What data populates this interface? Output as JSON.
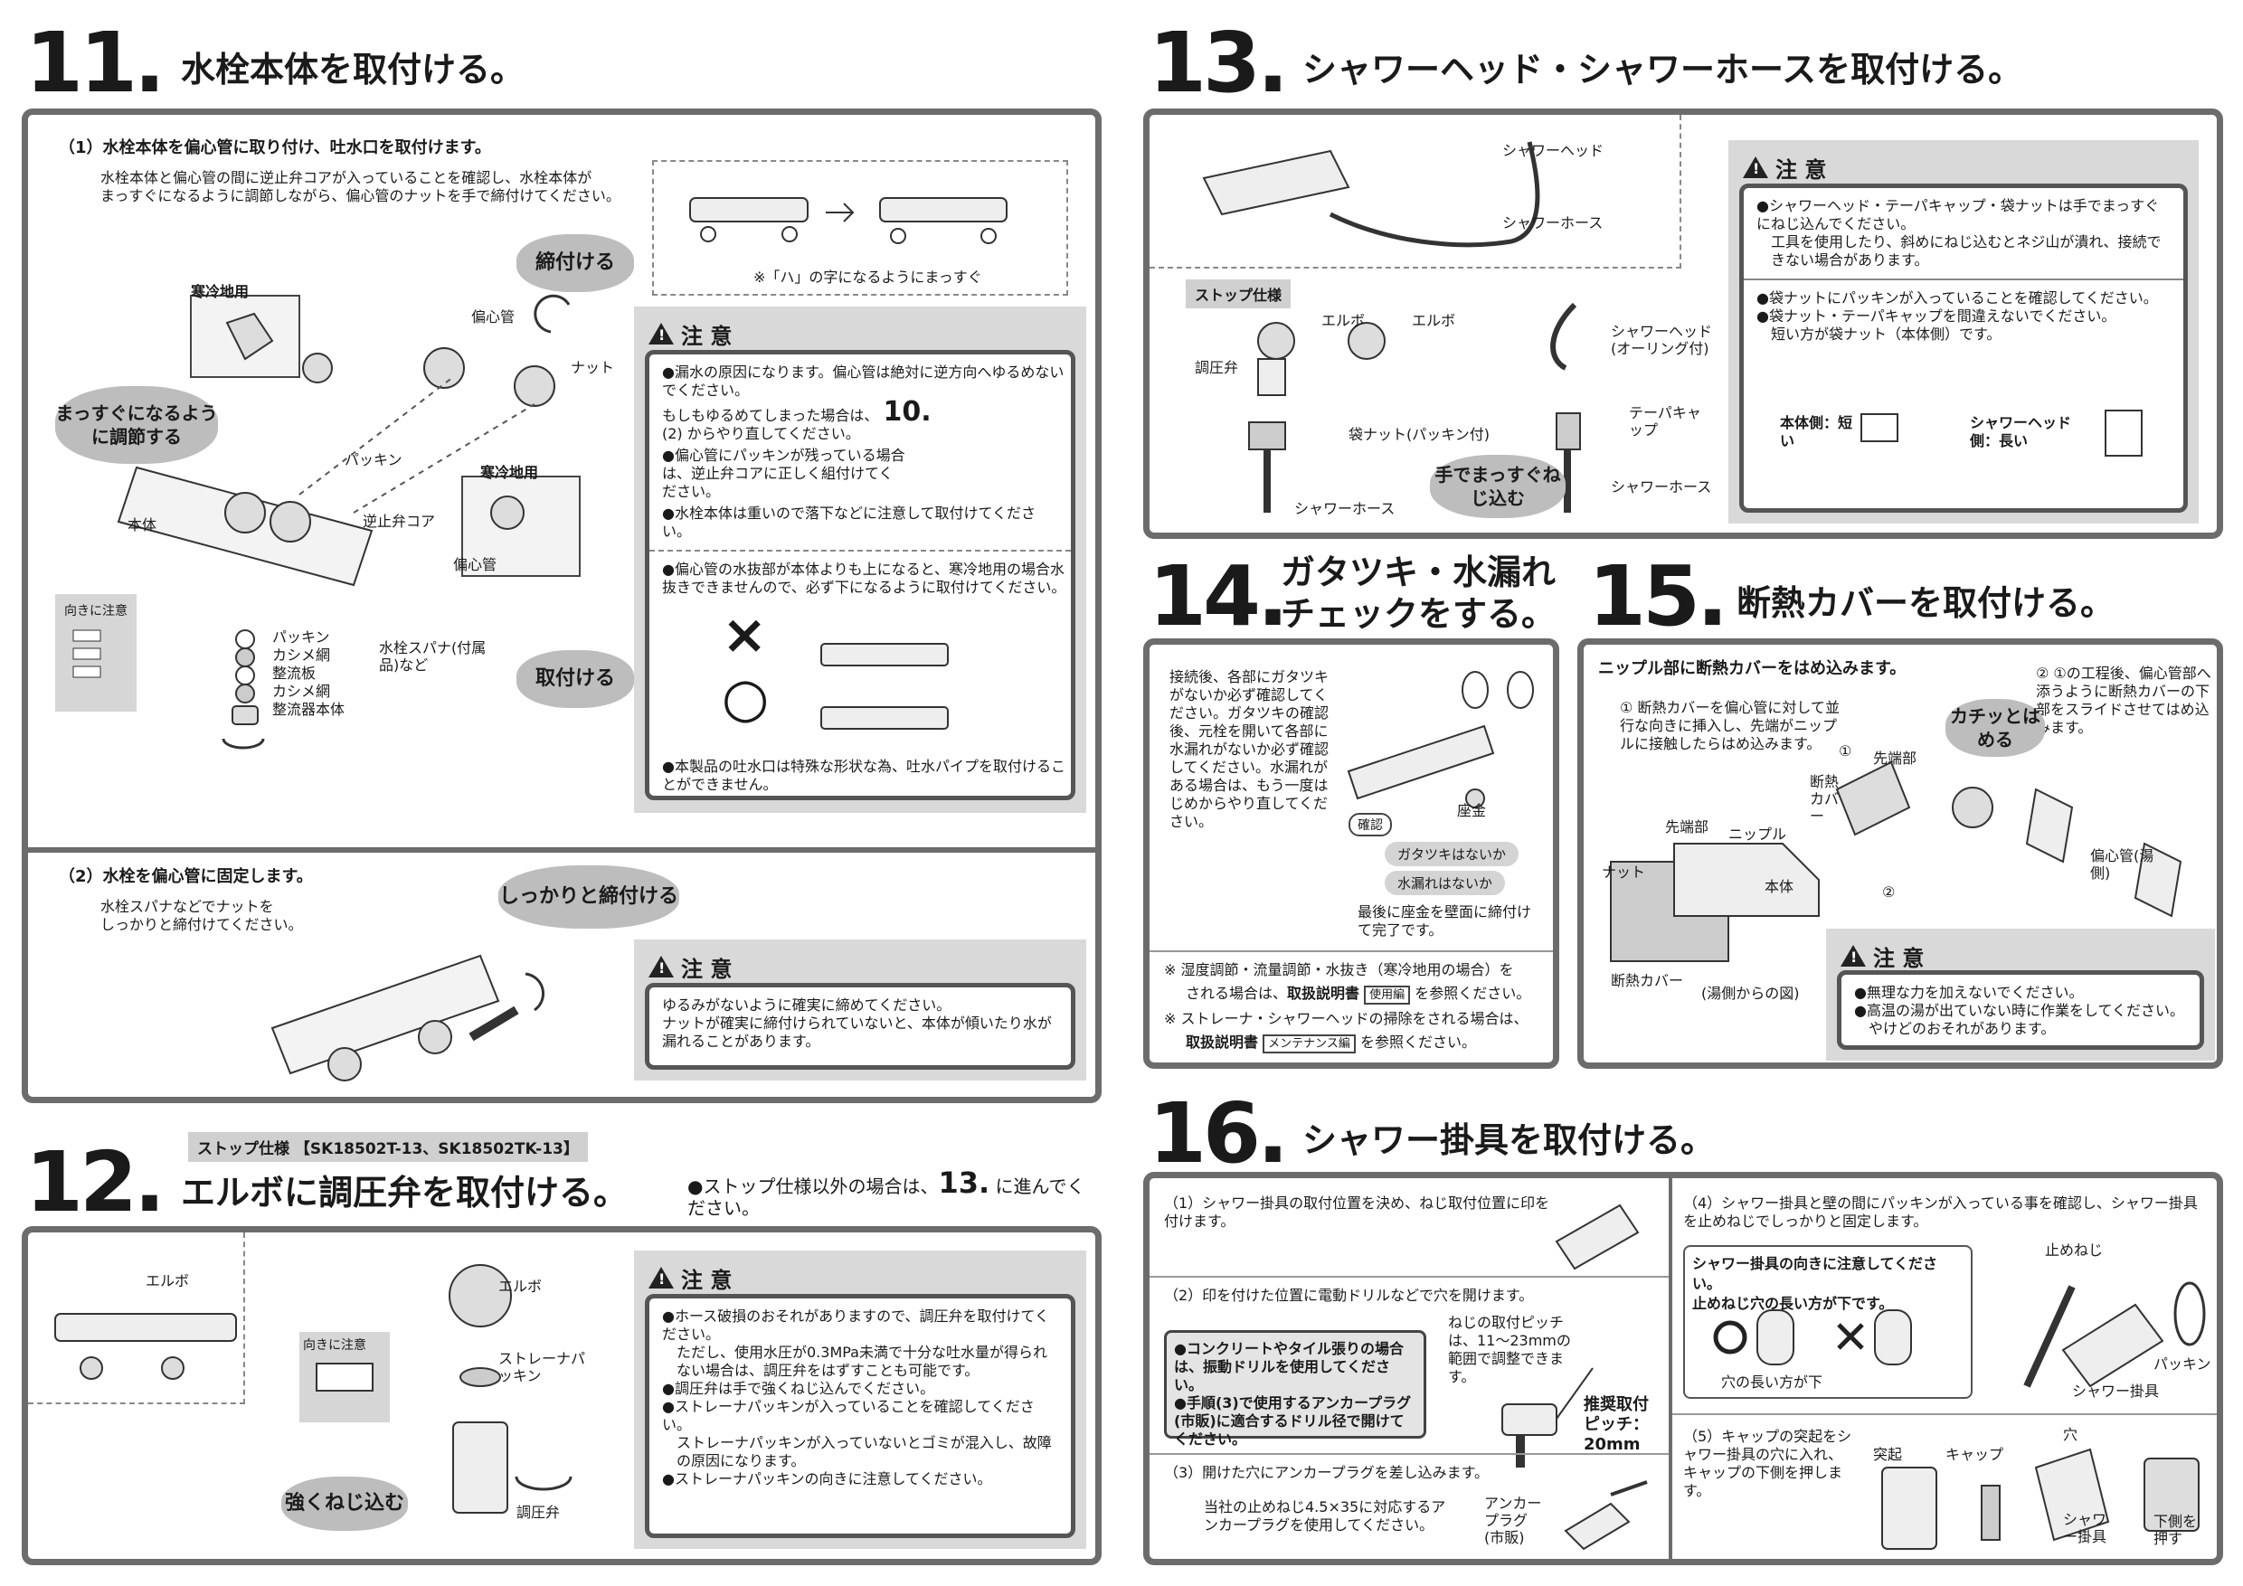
{
  "s11": {
    "num": "11.",
    "title": "水栓本体を取付ける。",
    "p1_head": "（1）水栓本体を偏心管に取り付け、吐水口を取付けます。",
    "p1_desc1": "水栓本体と偏心管の間に逆止弁コアが入っていることを確認し、水栓本体が",
    "p1_desc2": "まっすぐになるように調節しながら、偏心管のナットを手で締付けてください。",
    "cloud_tighten": "締付ける",
    "cloud_straight": "まっすぐになるように調節する",
    "cloud_attach": "取付ける",
    "note_hachi": "※「ハ」の字になるようにまっすぐ",
    "labels": {
      "kanrei1": "寒冷地用",
      "henshinkan1": "偏心管",
      "nut": "ナット",
      "packing": "パッキン",
      "kanrei2": "寒冷地用",
      "gyakushiben": "逆止弁コア",
      "henshinkan2": "偏心管",
      "hontai": "本体",
      "muki": "向きに注意",
      "pk": "パッキン",
      "kashime1": "カシメ網",
      "seiryu": "整流板",
      "kashime2": "カシメ網",
      "seiryuki": "整流器本体",
      "spanner": "水栓スパナ(付属品)など"
    },
    "caution1": {
      "head": "注 意",
      "l1": "●漏水の原因になります。偏心管は絶対に逆方向へゆるめないでください。",
      "l2a": "もしもゆるめてしまった場合は、",
      "l2num": "10.",
      "l2b": "(2) からやり直してください。",
      "l3": "●偏心管にパッキンが残っている場合は、逆止弁コアに正しく組付けてください。",
      "l3pk": "パッキン",
      "l4": "●水栓本体は重いので落下などに注意して取付けてください。",
      "l5": "●偏心管の水抜部が本体よりも上になると、寒冷地用の場合水抜きできませんので、必ず下になるように取付けてください。",
      "l6": "●本製品の吐水口は特殊な形状な為、吐水パイプを取付けることができません。",
      "maru": "○",
      "batsu": "×"
    },
    "p2_head": "（2）水栓を偏心管に固定します。",
    "p2_desc1": "水栓スパナなどでナットを",
    "p2_desc2": "しっかりと締付けてください。",
    "cloud_firm": "しっかりと締付ける",
    "caution2": {
      "head": "注 意",
      "l1": "ゆるみがないように確実に締めてください。",
      "l2": "ナットが確実に締付けられていないと、本体が傾いたり水が漏れることがあります。"
    }
  },
  "s12": {
    "num": "12.",
    "tag": "ストップ仕様 【SK18502T-13、SK18502TK-13】",
    "title": "エルボに調圧弁を取付ける。",
    "note_a": "●ストップ仕様以外の場合は、",
    "note_num": "13.",
    "note_b": "に進んでください。",
    "labels": {
      "elbow1": "エルボ",
      "elbow2": "エルボ",
      "muki": "向きに注意",
      "strainer": "ストレーナパッキン",
      "chouatsu": "調圧弁",
      "cloud": "強くねじ込む"
    },
    "caution": {
      "head": "注 意",
      "l1": "●ホース破損のおそれがありますので、調圧弁を取付けてください。",
      "l2": "ただし、使用水圧が0.3MPa未満で十分な吐水量が得られない場合は、調圧弁をはずすことも可能です。",
      "l3": "●調圧弁は手で強くねじ込んでください。",
      "l4": "●ストレーナパッキンが入っていることを確認してください。",
      "l5": "ストレーナパッキンが入っていないとゴミが混入し、故障の原因になります。",
      "l6": "●ストレーナパッキンの向きに注意してください。"
    }
  },
  "s13": {
    "num": "13.",
    "title": "シャワーヘッド・シャワーホースを取付ける。",
    "labels": {
      "head1": "シャワーヘッド",
      "hose1": "シャワーホース",
      "stop": "ストップ仕様",
      "elbow_a": "エルボ",
      "elbow_b": "エルボ",
      "chouatsu": "調圧弁",
      "fukuro": "袋ナット(パッキン付)",
      "hose2": "シャワーホース",
      "head2": "シャワーヘッド(オーリング付)",
      "taper": "テーパキャップ",
      "hose3": "シャワーホース",
      "cloud": "手でまっすぐねじ込む"
    },
    "caution": {
      "head": "注 意",
      "l1": "●シャワーヘッド・テーパキャップ・袋ナットは手でまっすぐにねじ込んでください。",
      "l2": "工具を使用したり、斜めにねじ込むとネジ山が潰れ、接続できない場合があります。",
      "l3": "●袋ナットにパッキンが入っていることを確認してください。",
      "l4": "●袋ナット・テーパキャップを間違えないでください。",
      "l5": "短い方が袋ナット（本体側）です。",
      "body_side": "本体側：短い",
      "head_side": "シャワーヘッド側：長い"
    }
  },
  "s14": {
    "num": "14.",
    "title1": "ガタツキ・水漏れ",
    "title2": "チェックをする。",
    "text": "接続後、各部にガタツキがないか必ず確認してください。ガタツキの確認後、元栓を開いて各部に水漏れがないか必ず確認してください。水漏れがある場合は、もう一度はじめからやり直してください。",
    "kakunin": "確認",
    "pill1": "ガタツキはないか",
    "pill2": "水漏れはないか",
    "zagane": "座金",
    "final": "最後に座金を壁面に締付けて完了です。",
    "note1a": "※ 湿度調節・流量調節・水抜き（寒冷地用の場合）を",
    "note1b": "される場合は、",
    "note1c": "取扱説明書",
    "note1d": "使用編",
    "note1e": "を参照ください。",
    "note2a": "※ ストレーナ・シャワーヘッドの掃除をされる場合は、",
    "note2b": "取扱説明書",
    "note2c": "メンテナンス編",
    "note2d": "を参照ください。"
  },
  "s15": {
    "num": "15.",
    "title": "断熱カバーを取付ける。",
    "head": "ニップル部に断熱カバーをはめ込みます。",
    "step1": "① 断熱カバーを偏心管に対して並行な向きに挿入し、先端がニップルに接触したらはめ込みます。",
    "step2": "② ①の工程後、偏心管部へ添うように断熱カバーの下部をスライドさせてはめ込みます。",
    "cloud": "カチッとはめる",
    "labels": {
      "sentan1": "先端部",
      "dannetsu1": "断熱カバー",
      "henshin": "偏心管(湯側)",
      "sentan2": "先端部",
      "nipple": "ニップル",
      "nut": "ナット",
      "hontai": "本体",
      "dannetsu2": "断熱カバー",
      "yugawa": "(湯側からの図)",
      "c1": "①",
      "c2": "②"
    },
    "caution": {
      "head": "注 意",
      "l1": "●無理な力を加えないでください。",
      "l2": "●高温の湯が出ていない時に作業をしてください。",
      "l3": "やけどのおそれがあります。"
    }
  },
  "s16": {
    "num": "16.",
    "title": "シャワー掛具を取付ける。",
    "p1": "（1）シャワー掛具の取付位置を決め、ねじ取付位置に印を付けます。",
    "p2": "（2）印を付けた位置に電動ドリルなどで穴を開けます。",
    "p2_box1": "●コンクリートやタイル張りの場合は、振動ドリルを使用してください。",
    "p2_box2": "●手順(3)で使用するアンカープラグ(市販)に適合するドリル径で開けてください。",
    "pitch_text": "ねじの取付ピッチは、11〜23mmの範囲で調整できます。",
    "pitch_rec": "推奨取付ピッチ：20mm",
    "p3": "（3）開けた穴にアンカープラグを差し込みます。",
    "p3_desc": "当社の止めねじ4.5×35に対応するアンカープラグを使用してください。",
    "anchor": "アンカープラグ(市販)",
    "p4": "（4）シャワー掛具と壁の間にパッキンが入っている事を確認し、シャワー掛具を止めねじでしっかりと固定します。",
    "p4_box1": "シャワー掛具の向きに注意してください。",
    "p4_box2": "止めねじ穴の長い方が下です。",
    "p4_ana": "穴の長い方が下",
    "tomeneji": "止めねじ",
    "packing": "パッキン",
    "kakegu": "シャワー掛具",
    "p5": "（5）キャップの突起をシャワー掛具の穴に入れ、キャップの下側を押します。",
    "tokki": "突起",
    "cap": "キャップ",
    "ana": "穴",
    "kakegu2": "シャワー掛具",
    "shita": "下側を押す"
  }
}
